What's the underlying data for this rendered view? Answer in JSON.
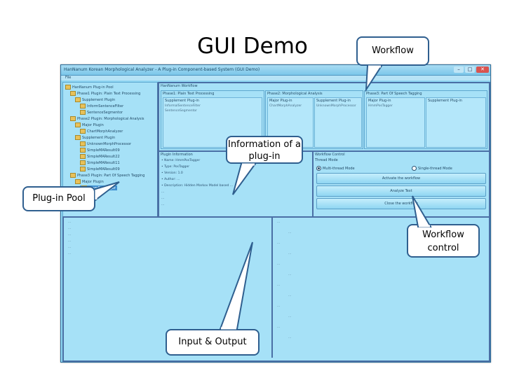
{
  "slide": {
    "title": "GUI Demo"
  },
  "window": {
    "title": "HanNanum Korean Morphological Analyzer - A Plug-in Component-based System (GUI Demo)",
    "menu": "File",
    "controls": {
      "minimize": "–",
      "maximize": "□",
      "close": "✕"
    }
  },
  "tree": {
    "items": [
      {
        "label": "HanNanum Plug-in Pool",
        "level": 0
      },
      {
        "label": "Phase1 Plugin: Plain Text Processing",
        "level": 1
      },
      {
        "label": "Supplement Plugin",
        "level": 2
      },
      {
        "label": "InformSentenceFilter",
        "level": 3
      },
      {
        "label": "SentenceSegmentor",
        "level": 3
      },
      {
        "label": "Phase2 Plugin: Morphological Analysis",
        "level": 1
      },
      {
        "label": "Major Plugin",
        "level": 2
      },
      {
        "label": "ChartMorphAnalyzer",
        "level": 3
      },
      {
        "label": "Supplement Plugin",
        "level": 2
      },
      {
        "label": "UnknownMorphProcessor",
        "level": 3
      },
      {
        "label": "SimpleMAResult09",
        "level": 3
      },
      {
        "label": "SimpleMAResult22",
        "level": 3
      },
      {
        "label": "SimpleMAResult11",
        "level": 3
      },
      {
        "label": "SimpleMAResult09",
        "level": 3
      },
      {
        "label": "Phase3 Plugin: Part Of Speech Tagging",
        "level": 1
      },
      {
        "label": "Major Plugin",
        "level": 2
      },
      {
        "label": "HmmPosTagger",
        "level": 3,
        "selected": true
      }
    ]
  },
  "workflow": {
    "heading": "HanNanum Workflow",
    "columns": [
      {
        "title": "Phase1: Plain Text Processing",
        "subs": [
          {
            "header": "Supplement Plug-in",
            "items": [
              "InformalSentenceFilter",
              "SentenceSegmentor"
            ]
          }
        ]
      },
      {
        "title": "Phase2: Morphological Analysis",
        "subs": [
          {
            "header": "Major Plug-in",
            "items": [
              "ChartMorphAnalyzer"
            ]
          },
          {
            "header": "Supplement Plug-in",
            "items": [
              "UnknownMorphProcessor"
            ]
          }
        ]
      },
      {
        "title": "Phase3: Part Of Speech Tagging",
        "subs": [
          {
            "header": "Major Plug-in",
            "items": [
              "HmmPosTagger"
            ]
          },
          {
            "header": "Supplement Plug-in",
            "items": []
          }
        ]
      }
    ]
  },
  "info": {
    "heading": "Plugin Information",
    "lines": [
      "• Name: HmmPosTagger",
      "• Type: PosTagger",
      "• Version: 1.0",
      "• Author: ...",
      "• Description: Hidden Markov Model based ...",
      "...",
      "...",
      "..."
    ]
  },
  "control": {
    "heading": "Workflow Control",
    "thread_mode": "Thread Mode",
    "mode_multi": "Multi-thread Mode",
    "mode_single": "Single-thread Mode",
    "btn_activate": "Activate the workflow",
    "btn_analyze": "Analyze Text",
    "btn_close": "Close the workflow"
  },
  "io": {
    "input_lines": [
      "...",
      "...",
      "...",
      "...",
      "...",
      "..."
    ],
    "output_lines": [
      "...",
      "...",
      "...",
      "...",
      "...",
      "...",
      "...",
      "...",
      "...",
      "...",
      "...",
      "..."
    ]
  },
  "callouts": {
    "workflow": "Workflow",
    "info": "Information of a plug-in",
    "pool": "Plug-in Pool",
    "control": "Workflow control",
    "io": "Input & Output"
  },
  "colors": {
    "window_bg": "#8fd6f2",
    "panel_border": "#4a6fa5",
    "callout_border": "#2f5f8f"
  }
}
